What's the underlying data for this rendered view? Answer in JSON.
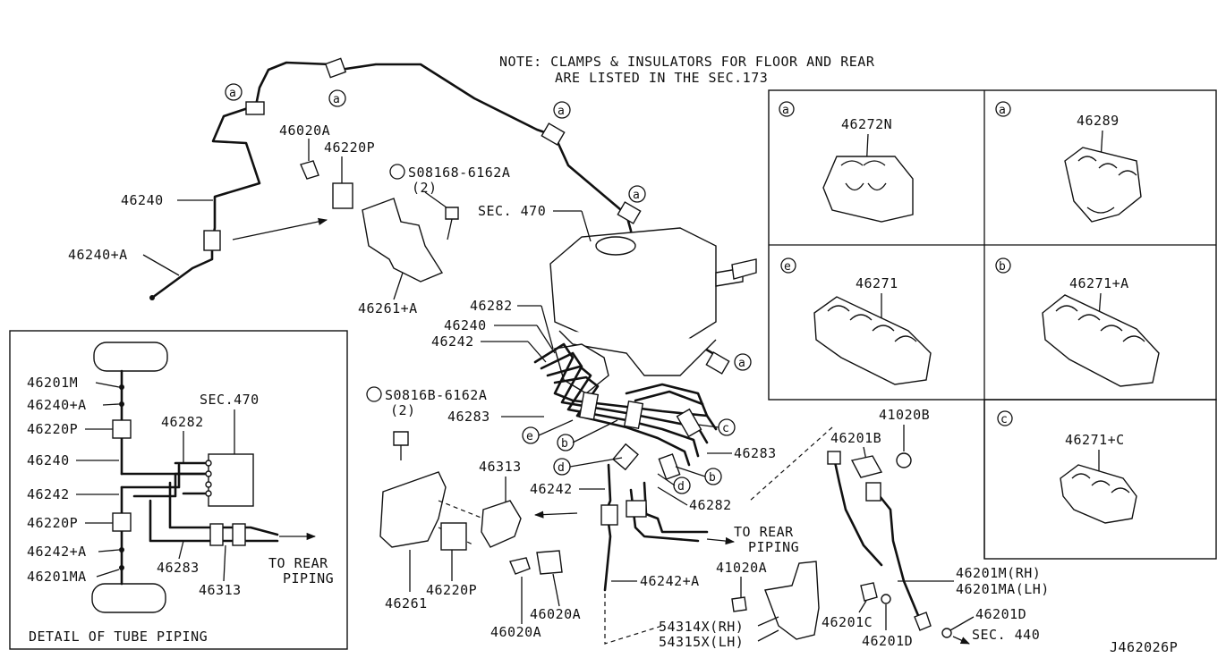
{
  "note": {
    "line1": "NOTE: CLAMPS & INSULATORS FOR FLOOR AND REAR",
    "line2": "ARE LISTED IN THE SEC.173"
  },
  "diagram_code": "J462026P",
  "parts": {
    "p46240": "46240",
    "p46240A": "46240+A",
    "p46020A_top": "46020A",
    "p46220P_top": "46220P",
    "bolt_top": "S08168-6162A",
    "bolt_top_qty": "(2)",
    "p46261A": "46261+A",
    "sec470": "SEC. 470",
    "p46282": "46282",
    "p46240_mid": "46240",
    "p46242_mid": "46242",
    "bolt_mid": "S0816B-6162A",
    "bolt_mid_qty": "(2)",
    "p46283": "46283",
    "p46283_right": "46283",
    "p46313": "46313",
    "p46242_low": "46242",
    "p46282_low": "46282",
    "to_rear_piping_1": "TO REAR",
    "to_rear_piping_2": "PIPING",
    "p46242A_low": "46242+A",
    "p46261": "46261",
    "p46220P_low": "46220P",
    "p46020A_low1": "46020A",
    "p46020A_low2": "46020A",
    "p41020A": "41020A",
    "p54314X": "54314X(RH)",
    "p54315X": "54315X(LH)",
    "p46201C": "46201C",
    "p46201D_low": "46201D",
    "p46201D": "46201D",
    "sec440": "SEC. 440",
    "p46201M_rh": "46201M(RH)",
    "p46201MA_lh": "46201MA(LH)",
    "p46201B": "46201B",
    "p41020B": "41020B"
  },
  "clamp_grid": [
    {
      "ref": "a",
      "part": "46272N"
    },
    {
      "ref": "a",
      "part": "46289"
    },
    {
      "ref": "e",
      "part": "46271"
    },
    {
      "ref": "b",
      "part": "46271+A"
    },
    {
      "ref": "c",
      "part": "46271+C"
    }
  ],
  "callouts": {
    "a": "a",
    "b": "b",
    "c": "c",
    "d": "d",
    "e": "e"
  },
  "detail": {
    "title": "DETAIL OF TUBE PIPING",
    "sec470": "SEC.470",
    "l46201M": "46201M",
    "l46240A": "46240+A",
    "l46220P_1": "46220P",
    "l46240": "46240",
    "l46242": "46242",
    "l46220P_2": "46220P",
    "l46242A": "46242+A",
    "l46201MA": "46201MA",
    "l46282": "46282",
    "l46283": "46283",
    "l46313": "46313",
    "to_rear_1": "TO REAR",
    "to_rear_2": "PIPING"
  }
}
